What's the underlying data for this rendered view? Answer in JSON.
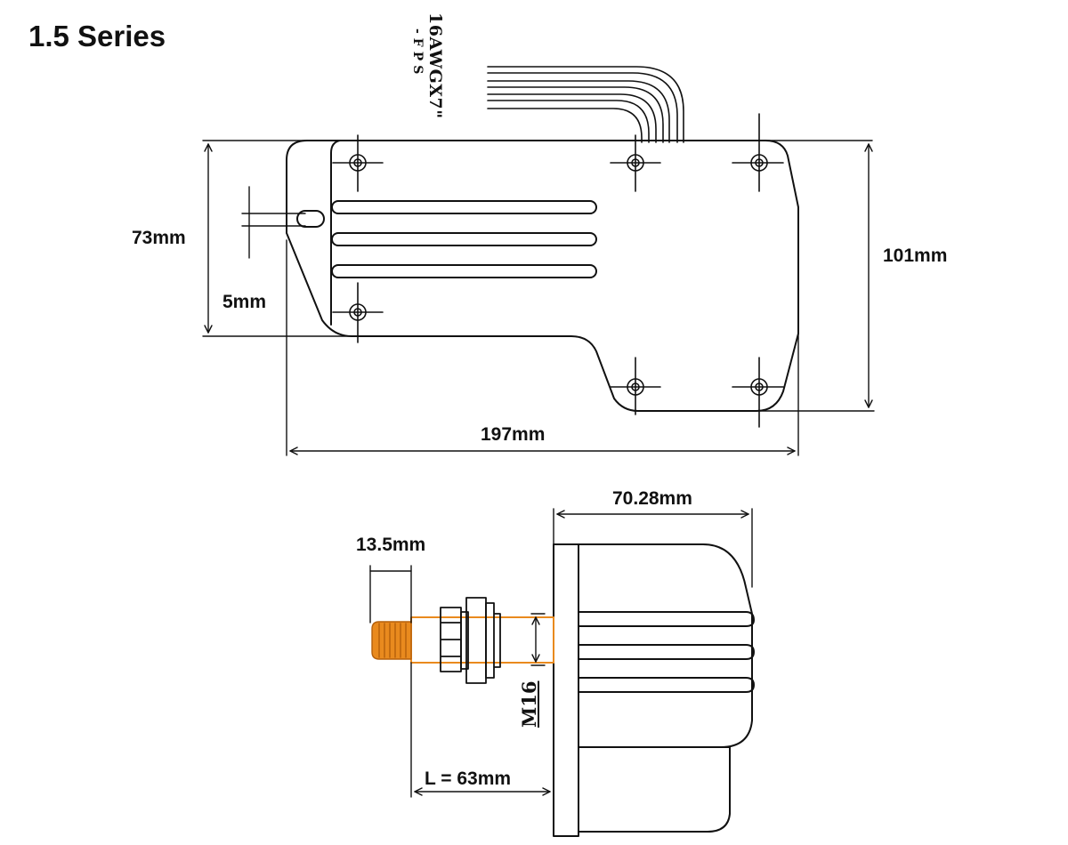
{
  "title": "1.5 Series",
  "wire_label": {
    "gauge": "16AWGX7\"",
    "pins": "-FPS"
  },
  "top_view": {
    "height_label": "73mm",
    "slot_label": "5mm",
    "total_height_label": "101mm",
    "width_label": "197mm"
  },
  "side_view": {
    "depth_label": "70.28mm",
    "shaft_label": "13.5mm",
    "thread_label": "M16",
    "length_label": "L = 63mm"
  },
  "colors": {
    "line": "#111111",
    "shaft": "#e98a1e",
    "shaft_dark": "#b5600c"
  }
}
